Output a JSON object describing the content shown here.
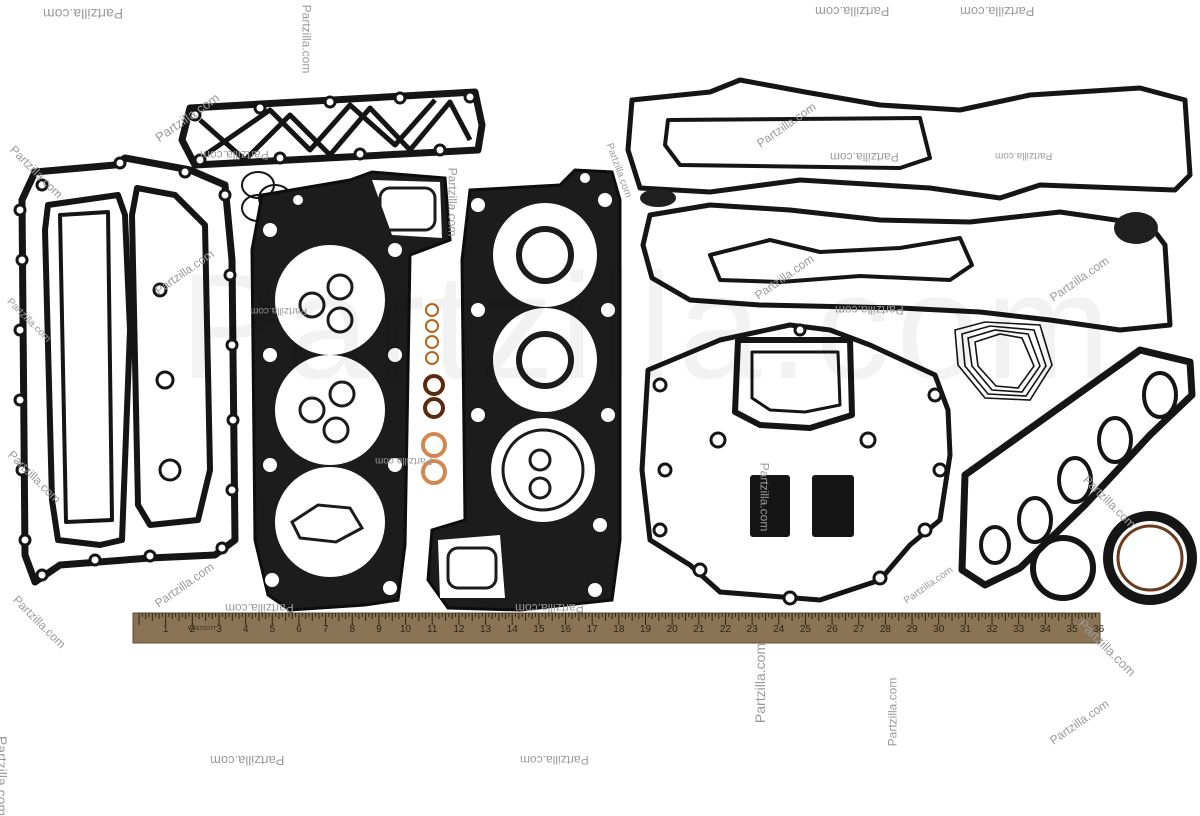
{
  "watermark": {
    "text": "Partzilla.com",
    "big_text": "Partzilla.com"
  },
  "ruler": {
    "numbers": [
      "1",
      "2",
      "3",
      "4",
      "5",
      "6",
      "7",
      "8",
      "9",
      "10",
      "11",
      "12",
      "13",
      "14",
      "15",
      "16",
      "17",
      "18",
      "19",
      "20",
      "21",
      "22",
      "23",
      "24",
      "25",
      "26",
      "27",
      "28",
      "29",
      "30",
      "31",
      "32",
      "33",
      "34",
      "35",
      "36"
    ],
    "brand": "WESTCOTT",
    "color": "#8b7355"
  },
  "colors": {
    "gasket_dark": "#151515",
    "gasket_fill": "#2a2a2a",
    "copper": "#b5651d",
    "ruler_wood": "#8b7355",
    "background": "#ffffff"
  }
}
